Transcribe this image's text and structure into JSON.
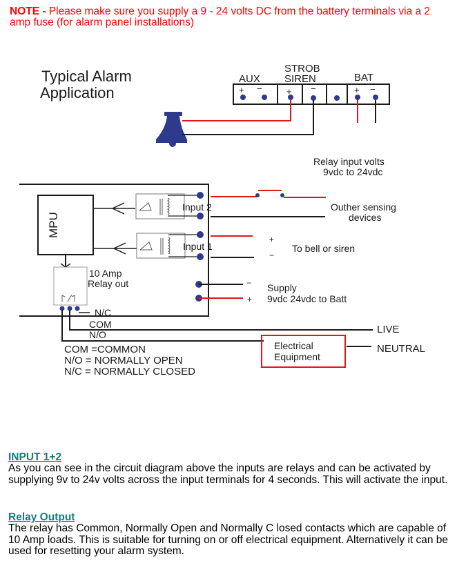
{
  "note": {
    "label": "NOTE -",
    "text": " Please make sure you supply a 9 - 24 volts DC from the battery terminals via a 2 amp fuse (for alarm panel installations)"
  },
  "diagram": {
    "title_line1": "Typical Alarm",
    "title_line2": "Application",
    "terminals": {
      "aux": "AUX",
      "strob_line1": "STROB",
      "strob_line2": "SIREN",
      "bat": "BAT",
      "plus": "+",
      "minus": "−"
    },
    "relay_input_line1": "Relay input volts",
    "relay_input_line2": "9vdc to 24vdc",
    "other_sensing_line1": "Outher sensing",
    "other_sensing_line2": "devices",
    "to_bell": "To bell or siren",
    "mpu": "MPU",
    "input2": "Input 2",
    "input1": "Input 1",
    "relay_out_line1": "10 Amp",
    "relay_out_line2": "Relay out",
    "supply_line1": "Supply",
    "supply_line2": "9vdc 24vdc  to Batt",
    "nc": "N/C",
    "com": "COM",
    "no": "N/O",
    "live": "LIVE",
    "neutral": "NEUTRAL",
    "equipment_line1": "Electrical",
    "equipment_line2": "Equipment",
    "legend": [
      "COM =COMMON",
      "N/O  = NORMALLY OPEN",
      "N/C  = NORMALLY CLOSED"
    ],
    "colors": {
      "positive_wire": "#e0161b",
      "negative_wire": "#1a1a1a",
      "terminal_dot": "#2e3a8c",
      "bell": "#2e3a8c"
    }
  },
  "sections": [
    {
      "heading": "INPUT 1+2",
      "body": "As you can see in the circuit diagram above the inputs are relays and can be activated by supplying  9v to 24v volts across the input terminals for 4 seconds. This will activate the input."
    },
    {
      "heading": "Relay Output",
      "body": "The relay has Common, Normally Open and  Normally  C losed contacts which are capable of 10 Amp loads. This is suitable for turning on or off electrical equipment. Alternatively it can be used for resetting your alarm system."
    }
  ]
}
